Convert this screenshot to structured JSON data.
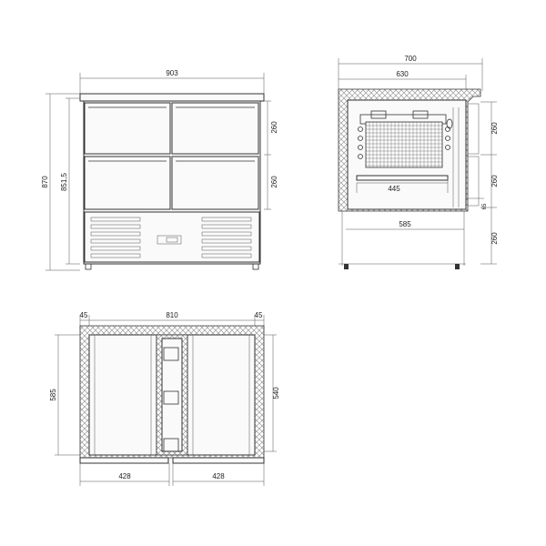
{
  "front_view": {
    "width": "903",
    "height_total": "870",
    "height_inner": "851,5",
    "drawer_height_1": "260",
    "drawer_height_2": "260"
  },
  "side_view": {
    "depth_total": "700",
    "depth_top": "630",
    "shelf_width": "445",
    "depth_inner": "585",
    "dim_right_1": "260",
    "dim_right_2": "260",
    "dim_right_3": "260",
    "dim_small": "65"
  },
  "plan_view": {
    "wall_left": "45",
    "inner_width": "810",
    "wall_right": "45",
    "depth_left": "585",
    "depth_right": "540",
    "compartment_left": "428",
    "compartment_right": "428"
  },
  "colors": {
    "line": "#333333",
    "insulation_hatch": "#9a9a9a"
  }
}
